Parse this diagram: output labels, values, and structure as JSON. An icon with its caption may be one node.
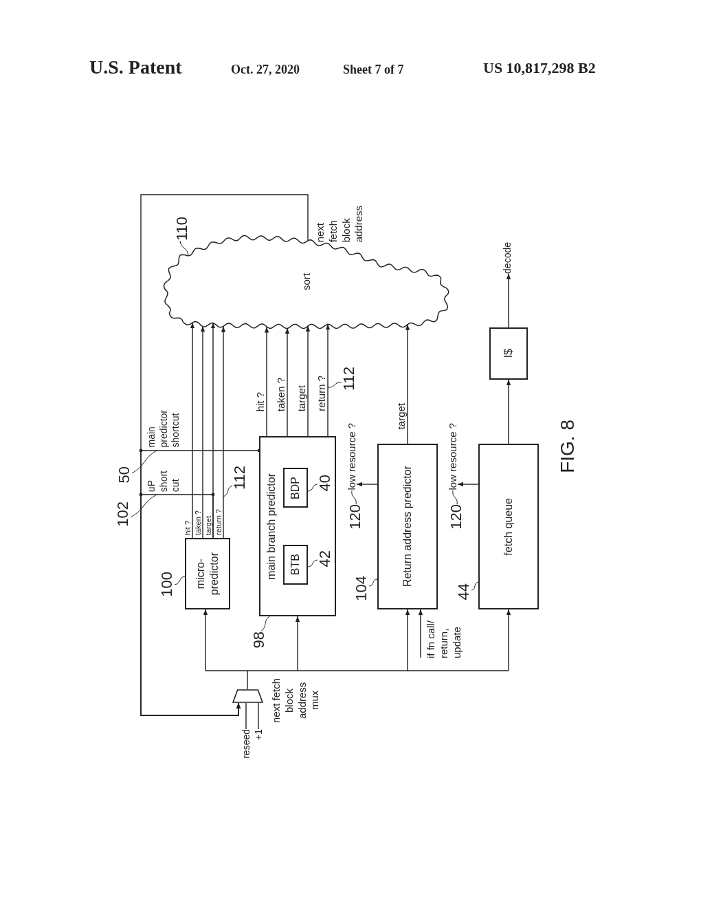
{
  "diagram": {
    "nodes": [
      {
        "text": [
          "sort"
        ]
      },
      {
        "text": [
          "110"
        ]
      },
      {
        "text": [
          "I$"
        ]
      },
      {
        "text": [
          "decode"
        ]
      },
      {
        "text": [
          "50"
        ]
      },
      {
        "text": [
          "102"
        ]
      },
      {
        "text": [
          "micro-predictor"
        ]
      },
      {
        "text": [
          "100"
        ]
      },
      {
        "text": [
          "112"
        ]
      },
      {
        "text": [
          "main branch predictor"
        ]
      },
      {
        "text": [
          "BTB"
        ],
        "in": 9
      },
      {
        "text": [
          "BDP"
        ],
        "in": 9
      },
      {
        "text": [
          "42"
        ],
        "in": 9
      },
      {
        "text": [
          "40"
        ],
        "in": 9
      },
      {
        "text": [
          "98"
        ]
      },
      {
        "text": [
          "112"
        ]
      },
      {
        "text": [
          "Return address predictor"
        ]
      },
      {
        "text": [
          "104"
        ]
      },
      {
        "text": [
          "120"
        ]
      },
      {
        "text": [
          "fetch queue"
        ]
      },
      {
        "text": [
          "44"
        ]
      },
      {
        "text": [
          "120"
        ]
      },
      {
        "text": [],
        "shape": "trapezoid",
        "beside": [
          "next fetch block address mux"
        ]
      },
      {
        "text": [
          "reseed"
        ]
      },
      {
        "text": [
          "+1"
        ]
      },
      {
        "text": [
          "low resource ?"
        ]
      },
      {
        "text": [
          "low resource ?"
        ]
      }
    ],
    "edges": [
      {
        "from": 22,
        "to": 6,
        "arrow": "to"
      },
      {
        "from": 22,
        "to": 9,
        "arrow": "to"
      },
      {
        "from": 22,
        "to": 16,
        "arrow": "to"
      },
      {
        "from": 22,
        "to": 19,
        "arrow": "to"
      },
      {
        "from": 6,
        "to": 0,
        "arrow": "to",
        "label": "hit ?"
      },
      {
        "from": 6,
        "to": 0,
        "arrow": "to",
        "label": "taken ?"
      },
      {
        "from": 6,
        "to": 0,
        "arrow": "to",
        "label": "target"
      },
      {
        "from": 6,
        "to": 0,
        "arrow": "to",
        "label": "return ?"
      },
      {
        "from": 9,
        "to": 0,
        "arrow": "to",
        "label": "hit ?"
      },
      {
        "from": 9,
        "to": 0,
        "arrow": "to",
        "label": "taken ?"
      },
      {
        "from": 9,
        "to": 0,
        "arrow": "to",
        "label": "target"
      },
      {
        "from": 9,
        "to": 0,
        "arrow": "to",
        "label": "return ?"
      },
      {
        "from": 16,
        "to": 0,
        "arrow": "to",
        "label": "target"
      },
      {
        "from": 19,
        "to": 2,
        "arrow": "to"
      },
      {
        "from": 2,
        "to": 3,
        "arrow": "to"
      },
      {
        "from": 0,
        "to": 22,
        "arrow": "to",
        "label": "next fetch block address"
      },
      {
        "from": 6,
        "to": 22,
        "arrow": "to",
        "label": "uP short cut"
      },
      {
        "from": 9,
        "to": 22,
        "arrow": "to",
        "label": "main predictor shortcut"
      },
      {
        "from": 16,
        "to": 25,
        "arrow": "to"
      },
      {
        "from": 19,
        "to": 26,
        "arrow": "to"
      },
      {
        "from": null,
        "to": 16,
        "arrow": "to",
        "label": "if fn call/ return, update"
      },
      {
        "from": 23,
        "to": 22,
        "arrow": "none"
      },
      {
        "from": 24,
        "to": 22,
        "arrow": "none"
      },
      {
        "from": 1,
        "to": 0,
        "arrow": "none"
      },
      {
        "from": 4,
        "to": null,
        "arrow": "none"
      },
      {
        "from": 5,
        "to": null,
        "arrow": "none"
      },
      {
        "from": 7,
        "to": 6,
        "arrow": "none"
      },
      {
        "from": 8,
        "to": null,
        "arrow": "none"
      },
      {
        "from": 12,
        "to": 10,
        "arrow": "none"
      },
      {
        "from": 13,
        "to": 11,
        "arrow": "none"
      },
      {
        "from": 14,
        "to": 9,
        "arrow": "none"
      },
      {
        "from": 15,
        "to": null,
        "arrow": "none"
      },
      {
        "from": 17,
        "to": 16,
        "arrow": "none"
      },
      {
        "from": 18,
        "to": 25,
        "arrow": "none"
      },
      {
        "from": 20,
        "to": 19,
        "arrow": "none"
      },
      {
        "from": 21,
        "to": 26,
        "arrow": "none"
      }
    ],
    "labels": [
      "U.S. Patent",
      "Oct. 27, 2020",
      "Sheet 7 of 7",
      "US 10,817,298 B2",
      "FIG. 8"
    ]
  }
}
